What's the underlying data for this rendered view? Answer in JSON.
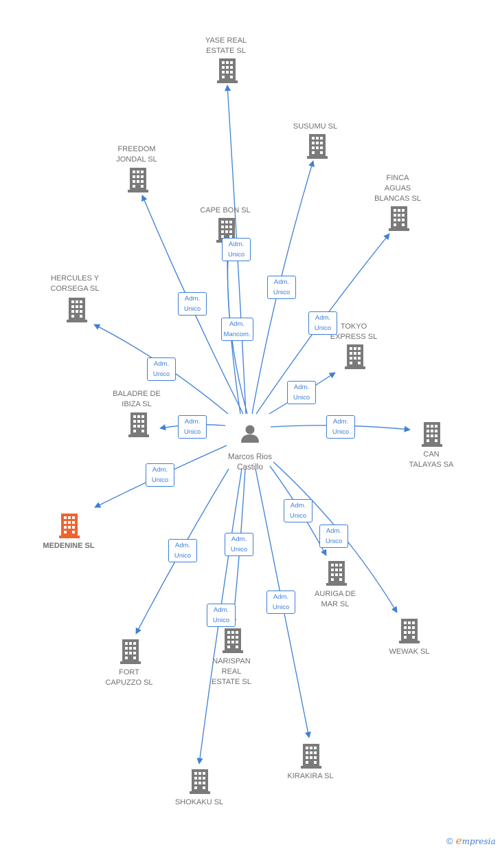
{
  "center": {
    "name": "Marcos Rios\nCastillo",
    "icon": "person-icon"
  },
  "colors": {
    "edge": "#3d7fd6",
    "building": "#7a7a7a",
    "highlight": "#f0632e",
    "label": "#6f6f6f"
  },
  "nodes": [
    {
      "id": "yase",
      "name": "YASE REAL\nESTATE SL",
      "role": "Adm.\nUnico"
    },
    {
      "id": "susumu",
      "name": "SUSUMU SL",
      "role": "Adm.\nUnico"
    },
    {
      "id": "freedom",
      "name": "FREEDOM\nJONDAL SL",
      "role": "Adm.\nUnico"
    },
    {
      "id": "finca",
      "name": "FINCA\nAGUAS\nBLANCAS SL",
      "role": "Adm.\nUnico"
    },
    {
      "id": "capebon",
      "name": "CAPE BON SL",
      "role": "Adm.\nUnico"
    },
    {
      "id": "hercules",
      "name": "HERCULES Y\nCORSEGA SL",
      "role": "Adm.\nUnico"
    },
    {
      "id": "tokyo",
      "name": "TOKYO\nEXPRESS SL",
      "role": "Adm.\nUnico"
    },
    {
      "id": "baladre",
      "name": "BALADRE DE\nIBIZA SL",
      "role": "Adm.\nUnico"
    },
    {
      "id": "can",
      "name": "CAN\nTALAYAS SA",
      "role": "Adm.\nUnico"
    },
    {
      "id": "medenine",
      "name": "MEDENINE SL",
      "role": "Adm.\nUnico",
      "highlight": true
    },
    {
      "id": "auriga",
      "name": "AURIGA DE\nMAR SL",
      "role": "Adm.\nUnico"
    },
    {
      "id": "wewak",
      "name": "WEWAK SL",
      "role": "Adm.\nUnico"
    },
    {
      "id": "fort",
      "name": "FORT\nCAPUZZO SL",
      "role": "Adm.\nUnico"
    },
    {
      "id": "narispan",
      "name": "NARISPAN\nREAL\nESTATE SL",
      "role": "Adm.\nUnico"
    },
    {
      "id": "kirakira",
      "name": "KIRAKIRA SL",
      "role": "Adm.\nUnico"
    },
    {
      "id": "shokaku",
      "name": "SHOKAKU SL",
      "role": "Adm.\nUnico"
    }
  ],
  "extra_edges": [
    {
      "id": "yase-mancom",
      "role": "Adm.\nMancom."
    }
  ],
  "brand": {
    "copyright": "©",
    "e": "e",
    "rest": "mpresia"
  }
}
